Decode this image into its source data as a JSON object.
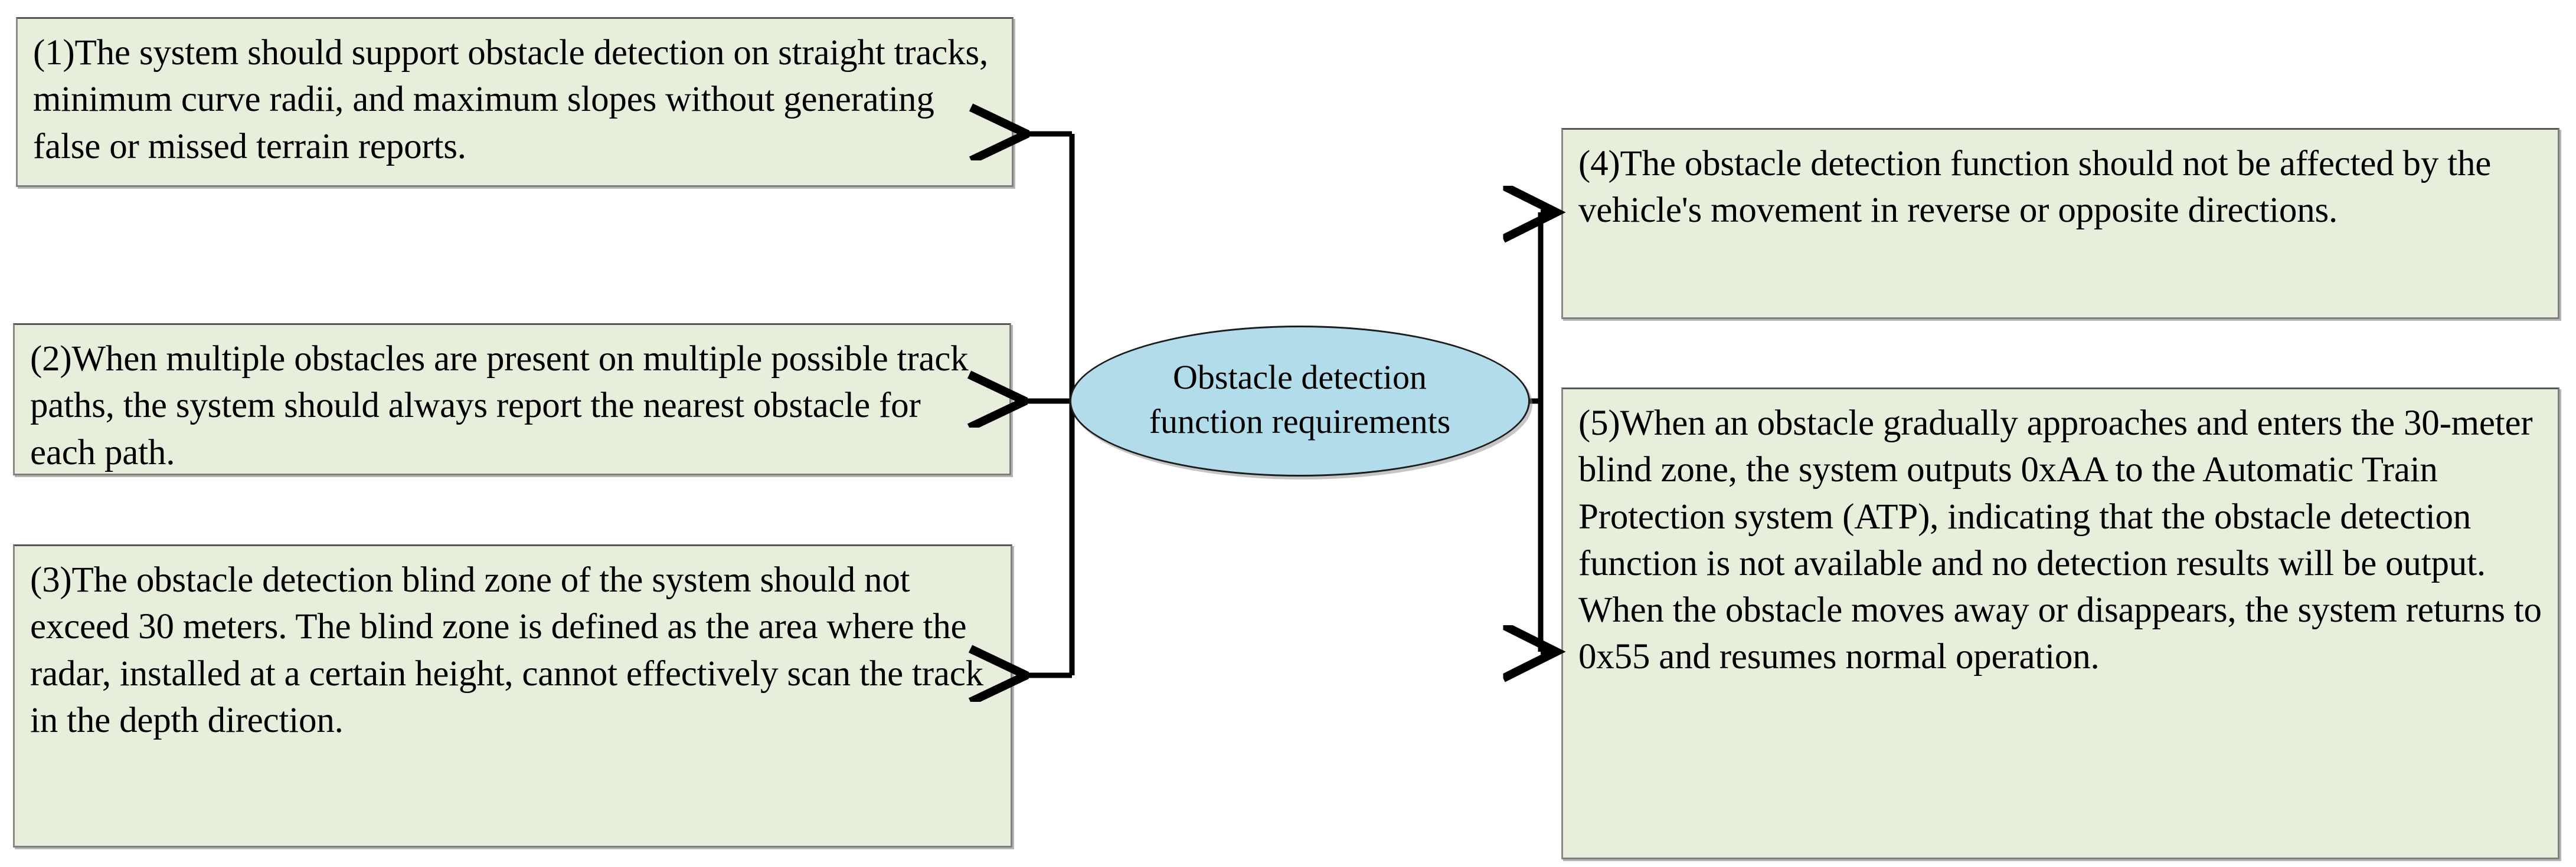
{
  "diagram": {
    "title": "Obstacle detection function requirements",
    "center_node": {
      "label": "Obstacle detection\nfunction requirements",
      "shape": "ellipse",
      "fill_color": "#b3dcea",
      "border_color": "#1c1c1c"
    },
    "box_style": {
      "fill_color": "#e8eedc",
      "border_color": "#7f7f7f",
      "text_color": "#000000"
    },
    "requirements": [
      {
        "id": "1",
        "side": "left",
        "text": "(1)The system should support obstacle detection on straight tracks, minimum curve radii, and maximum slopes without generating false or missed terrain reports."
      },
      {
        "id": "2",
        "side": "left",
        "text": "(2)When multiple obstacles are present on multiple possible track paths, the system should always report the nearest obstacle for each path."
      },
      {
        "id": "3",
        "side": "left",
        "text": "(3)The obstacle detection blind zone of the system should not exceed 30 meters. The blind zone is defined as the area where the radar, installed at a certain height, cannot effectively scan the track in the depth direction."
      },
      {
        "id": "4",
        "side": "right",
        "text": "(4)The obstacle detection function should not be affected by the vehicle's movement in reverse or opposite directions."
      },
      {
        "id": "5",
        "side": "right",
        "text": "(5)When an obstacle gradually approaches and enters the 30-meter blind zone, the system outputs 0xAA to the Automatic Train Protection system (ATP), indicating that the obstacle detection function is not available and no detection results will be output. When the obstacle moves away or disappears, the system returns to 0x55 and resumes normal operation."
      }
    ],
    "connectors": [
      {
        "from": "center",
        "to": "1",
        "direction": "left",
        "arrow": "arrowhead-left"
      },
      {
        "from": "center",
        "to": "2",
        "direction": "left",
        "arrow": "arrowhead-left"
      },
      {
        "from": "center",
        "to": "3",
        "direction": "left",
        "arrow": "arrowhead-left"
      },
      {
        "from": "center",
        "to": "4",
        "direction": "right",
        "arrow": "arrowhead-right"
      },
      {
        "from": "center",
        "to": "5",
        "direction": "right",
        "arrow": "arrowhead-right"
      }
    ]
  }
}
